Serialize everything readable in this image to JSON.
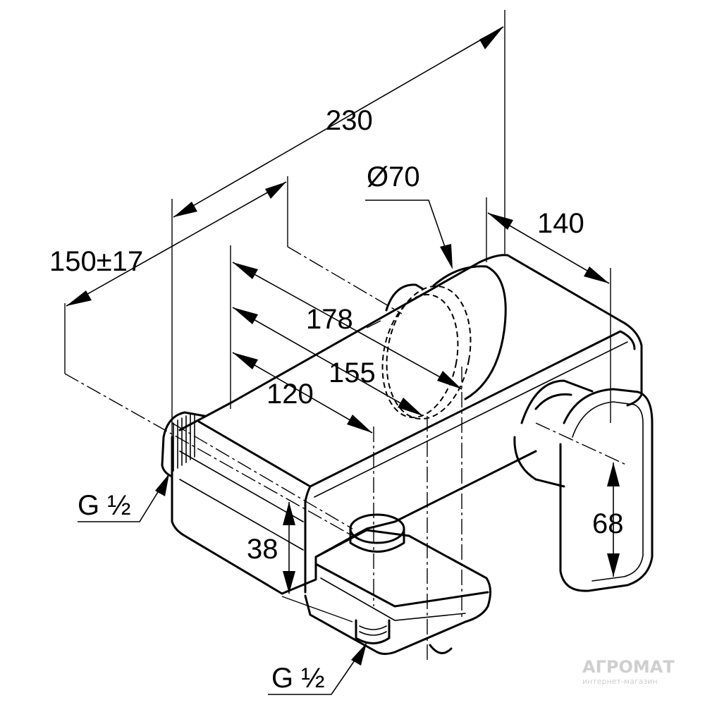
{
  "drawing": {
    "dimensions": {
      "overall_length": "230",
      "depth": "140",
      "handle_diameter": "Ø70",
      "connection_centers": "150±17",
      "dim_178": "178",
      "dim_155": "155",
      "dim_120": "120",
      "height_38": "38",
      "handle_height": "68"
    },
    "threads": {
      "inlet": "G ½",
      "outlet": "G ½"
    }
  },
  "watermark": {
    "brand": "АГРОМАТ",
    "tagline": "интернет-магазин"
  }
}
